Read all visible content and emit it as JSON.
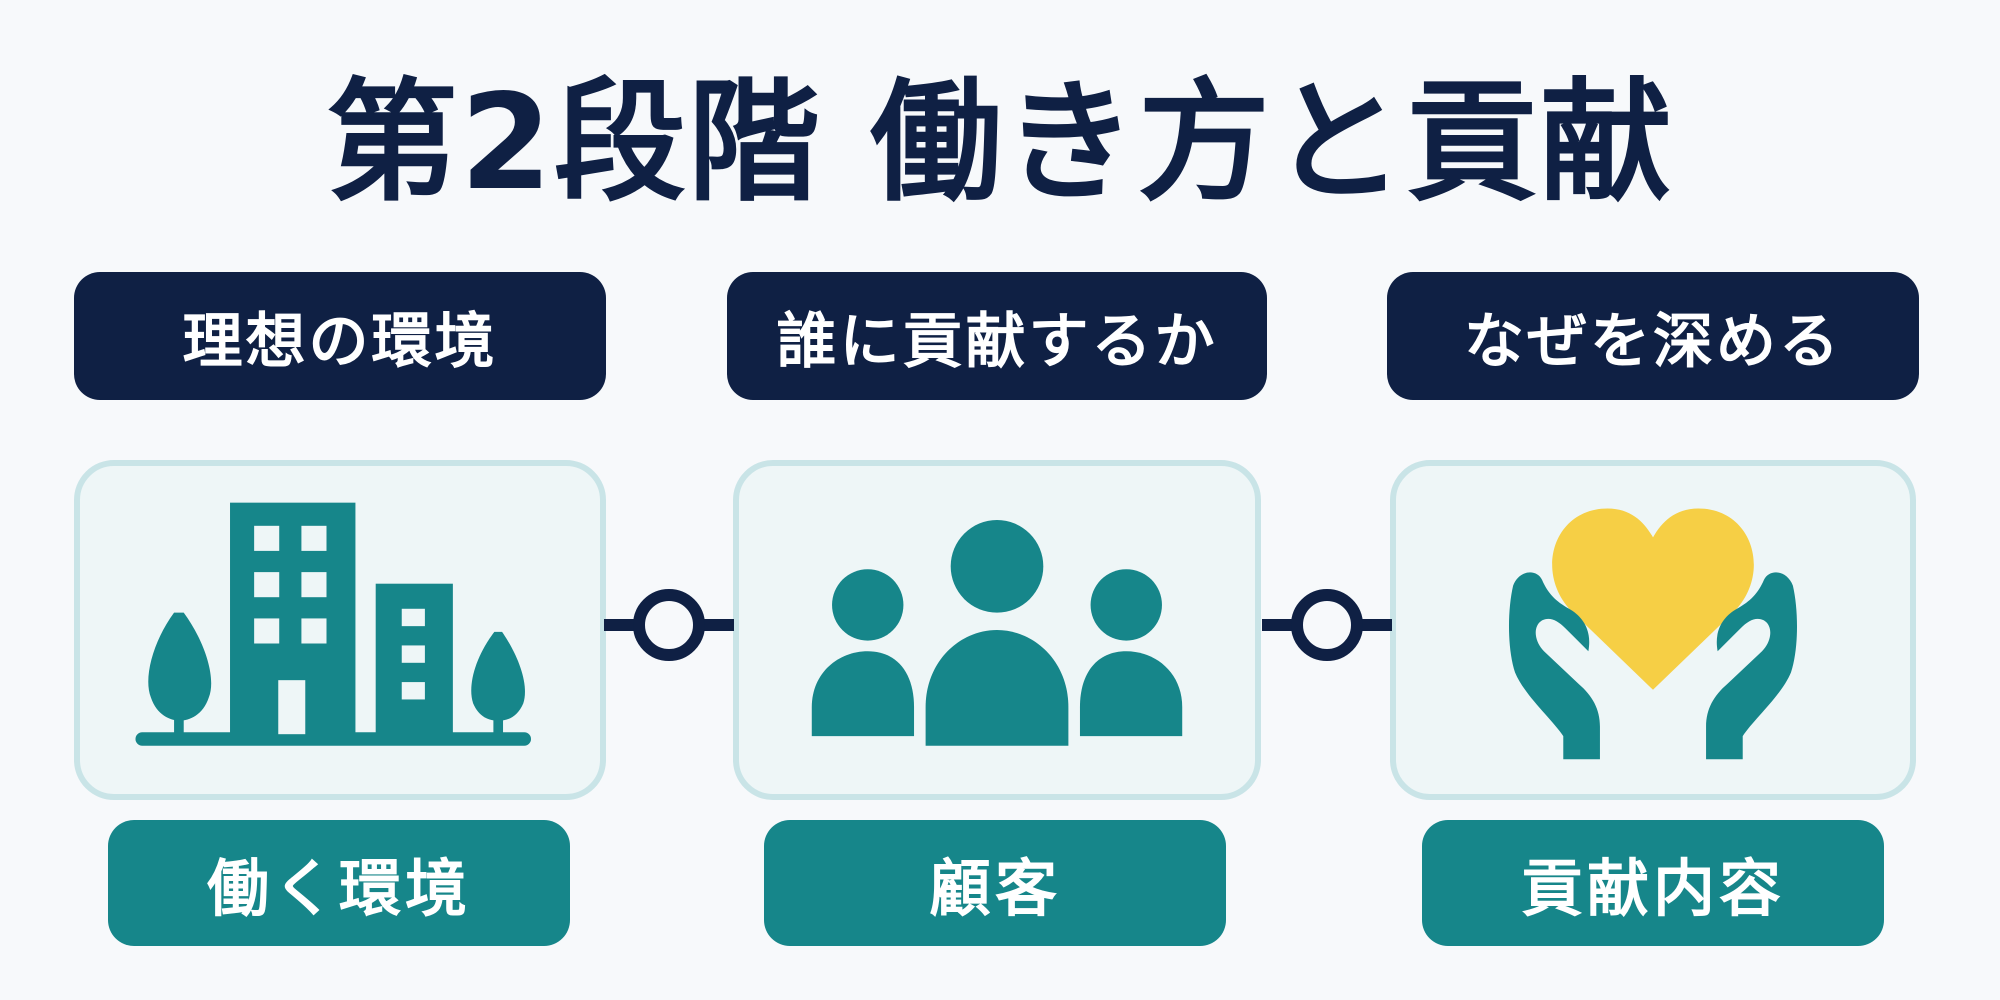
{
  "title": "第2段階 働き方と貢献",
  "steps": [
    {
      "question": "理想の環境",
      "label": "働く環境",
      "icon": "building-trees-icon"
    },
    {
      "question": "誰に貢献するか",
      "label": "顧客",
      "icon": "people-group-icon"
    },
    {
      "question": "なぜを深める",
      "label": "貢献内容",
      "icon": "hands-heart-icon"
    }
  ],
  "colors": {
    "navy": "#0f2044",
    "teal": "#16868a",
    "heart": "#f6cf45",
    "card_bg": "#eef6f7",
    "card_border": "#c9e4e7"
  }
}
